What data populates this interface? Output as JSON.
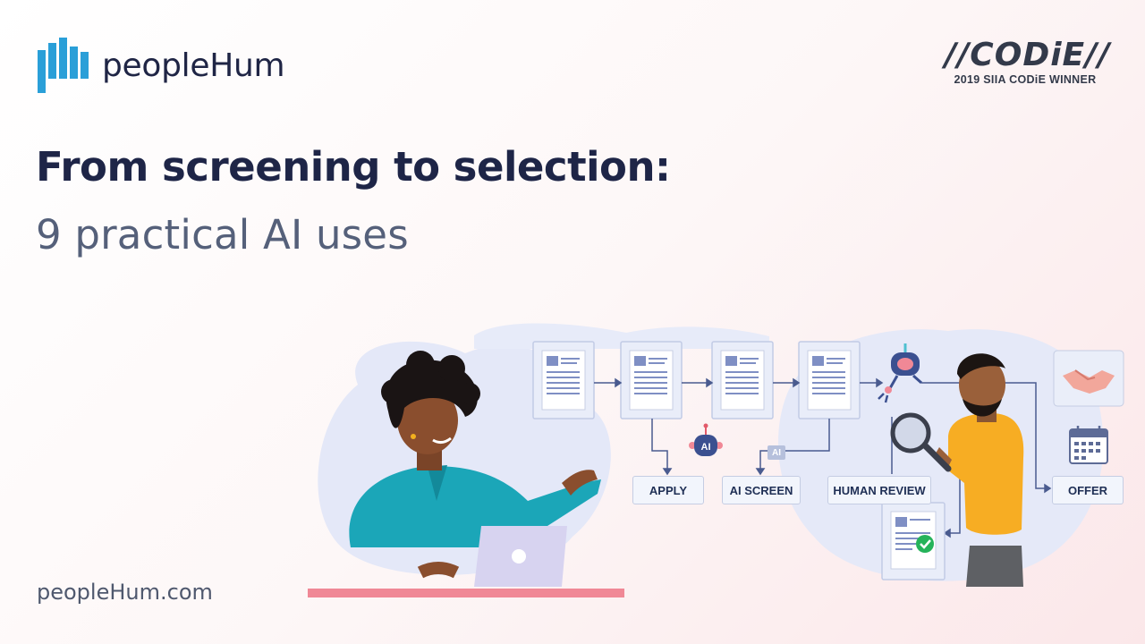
{
  "brand": {
    "name": "peopleHum",
    "url": "peopleHum.com"
  },
  "award": {
    "title": "//CODiE//",
    "subtitle": "2019 SIIA CODiE WINNER"
  },
  "headline": "From screening to selection:",
  "subheadline": "9 practical AI uses",
  "pipeline": {
    "stages": [
      "APPLY",
      "AI SCREEN",
      "HUMAN REVIEW",
      "OFFER"
    ],
    "ai_tag": "AI",
    "robot_badge": "AI"
  },
  "icons": [
    "logo-bars-icon",
    "document-icon",
    "ai-robot-icon",
    "brain-robot-icon",
    "handshake-icon",
    "calendar-icon",
    "checkmark-icon",
    "magnifier-icon",
    "laptop-icon"
  ],
  "colors": {
    "navy": "#1e2547",
    "slate": "#55607a",
    "brand_blue": "#2a9fd8",
    "accent_pink": "#f47a86",
    "teal_shirt": "#1ba6b8",
    "yellow_shirt": "#f7ad23"
  }
}
